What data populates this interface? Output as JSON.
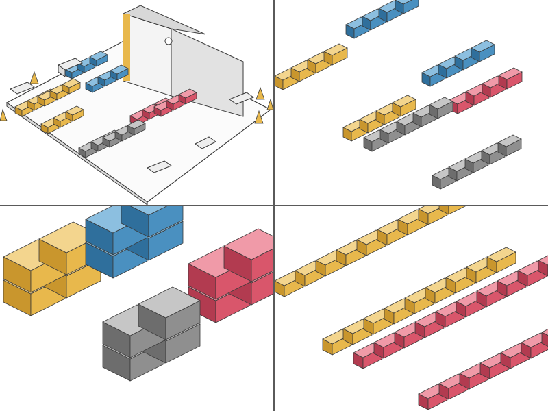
{
  "colors": {
    "yellow": "#e8b84c",
    "yellow_top": "#f3d58e",
    "yellow_side": "#c9962d",
    "blue": "#4a90c0",
    "blue_top": "#8cbfe0",
    "blue_side": "#2f6f9c",
    "red": "#d9566b",
    "red_top": "#f09aa8",
    "red_side": "#b23b50",
    "gray": "#8f8f8f",
    "gray_top": "#c6c6c6",
    "gray_side": "#6d6d6d",
    "outline": "#3a3a3a",
    "ground": "#ffffff",
    "divider": "#5a5a5a"
  },
  "panels": [
    {
      "name": "camp-overview",
      "description_icon": "isometric-camp-icon"
    },
    {
      "name": "container-rings",
      "description_icon": "container-ring-icon"
    },
    {
      "name": "stacked-container-blocks",
      "description_icon": "stacked-container-icon"
    },
    {
      "name": "container-rows",
      "description_icon": "container-row-icon"
    }
  ]
}
